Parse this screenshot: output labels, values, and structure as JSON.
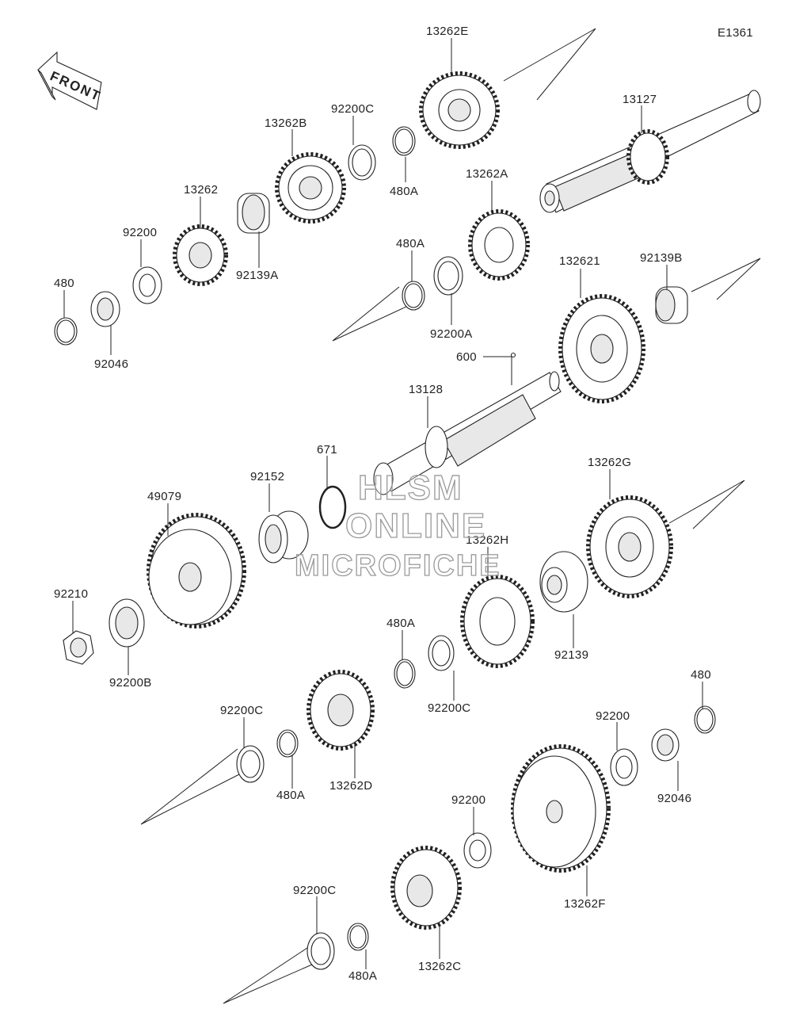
{
  "diagram_id": "E1361",
  "front_label": "FRONT",
  "watermark": {
    "line1": "HLSM",
    "line2": "ONLINE",
    "line3": "MICROFICHE"
  },
  "parts": [
    {
      "key": "p13262E",
      "label": "13262E"
    },
    {
      "key": "p13127",
      "label": "13127"
    },
    {
      "key": "p92200C_top",
      "label": "92200C"
    },
    {
      "key": "p13262B",
      "label": "13262B"
    },
    {
      "key": "p480A_top",
      "label": "480A"
    },
    {
      "key": "p13262",
      "label": "13262"
    },
    {
      "key": "p13262A",
      "label": "13262A"
    },
    {
      "key": "p92200_left",
      "label": "92200"
    },
    {
      "key": "p92139A",
      "label": "92139A"
    },
    {
      "key": "p480A_mid",
      "label": "480A"
    },
    {
      "key": "p480_left",
      "label": "480"
    },
    {
      "key": "p132621",
      "label": "132621"
    },
    {
      "key": "p92139B",
      "label": "92139B"
    },
    {
      "key": "p92200A",
      "label": "92200A"
    },
    {
      "key": "p92046_left",
      "label": "92046"
    },
    {
      "key": "p600",
      "label": "600"
    },
    {
      "key": "p13128",
      "label": "13128"
    },
    {
      "key": "p671",
      "label": "671"
    },
    {
      "key": "p92152",
      "label": "92152"
    },
    {
      "key": "p49079",
      "label": "49079"
    },
    {
      "key": "p13262G",
      "label": "13262G"
    },
    {
      "key": "p13262H",
      "label": "13262H"
    },
    {
      "key": "p92210",
      "label": "92210"
    },
    {
      "key": "p480A_center",
      "label": "480A"
    },
    {
      "key": "p92139",
      "label": "92139"
    },
    {
      "key": "p92200B",
      "label": "92200B"
    },
    {
      "key": "p92200C_center",
      "label": "92200C"
    },
    {
      "key": "p480_right",
      "label": "480"
    },
    {
      "key": "p92200C_left",
      "label": "92200C"
    },
    {
      "key": "p92200_right",
      "label": "92200"
    },
    {
      "key": "p480A_left",
      "label": "480A"
    },
    {
      "key": "p13262D",
      "label": "13262D"
    },
    {
      "key": "p92046_right",
      "label": "92046"
    },
    {
      "key": "p92200_bottom",
      "label": "92200"
    },
    {
      "key": "p92200C_bottom",
      "label": "92200C"
    },
    {
      "key": "p13262F",
      "label": "13262F"
    },
    {
      "key": "p480A_bottom",
      "label": "480A"
    },
    {
      "key": "p13262C",
      "label": "13262C"
    }
  ]
}
